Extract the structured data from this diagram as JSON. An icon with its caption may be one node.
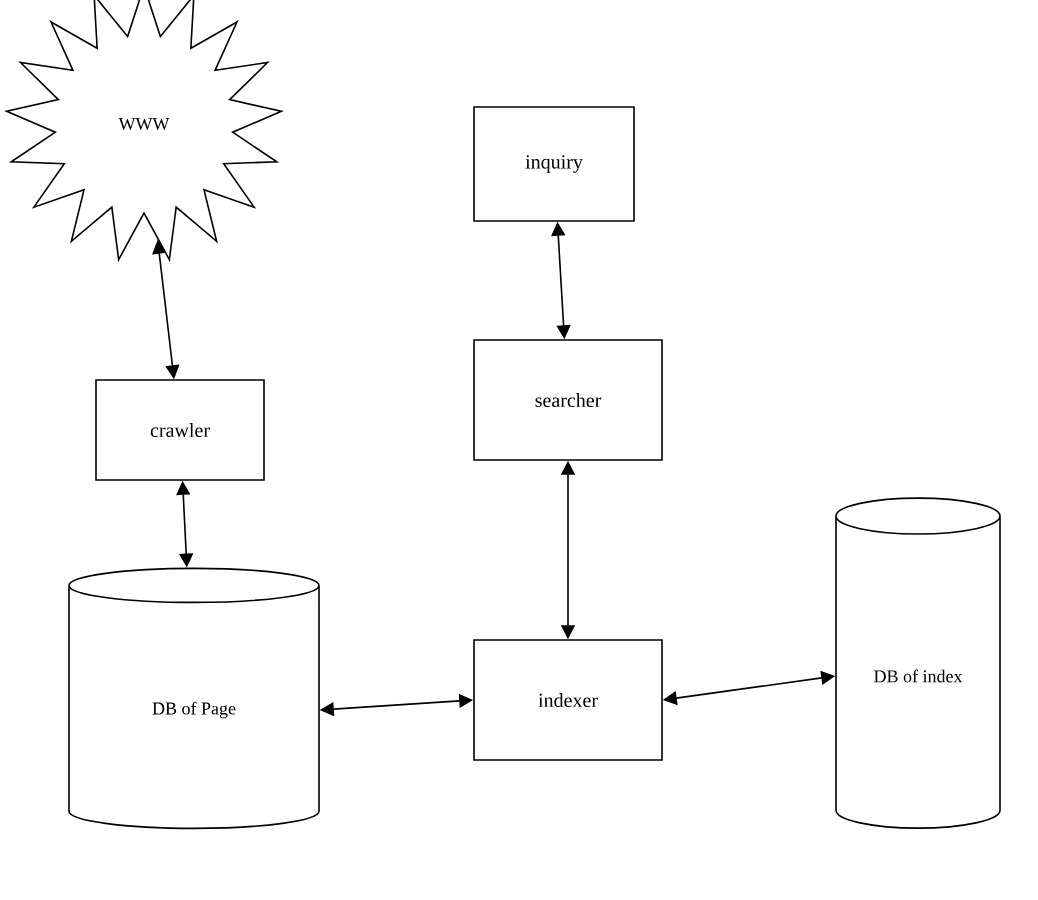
{
  "diagram": {
    "nodes": [
      {
        "text": [
          "WWW"
        ]
      },
      {
        "text": [
          "crawler"
        ]
      },
      {
        "text": [
          "inquiry"
        ]
      },
      {
        "text": [
          "searcher"
        ]
      },
      {
        "text": [
          "indexer"
        ]
      },
      {
        "text": [
          "DB of Page"
        ]
      },
      {
        "text": [
          "DB of index"
        ]
      }
    ],
    "edges": [
      {
        "from": 0,
        "to": 1,
        "arrow": "both"
      },
      {
        "from": 1,
        "to": 5,
        "arrow": "both"
      },
      {
        "from": 2,
        "to": 3,
        "arrow": "both"
      },
      {
        "from": 3,
        "to": 4,
        "arrow": "both"
      },
      {
        "from": 5,
        "to": 4,
        "arrow": "both"
      },
      {
        "from": 4,
        "to": 6,
        "arrow": "both"
      }
    ]
  }
}
